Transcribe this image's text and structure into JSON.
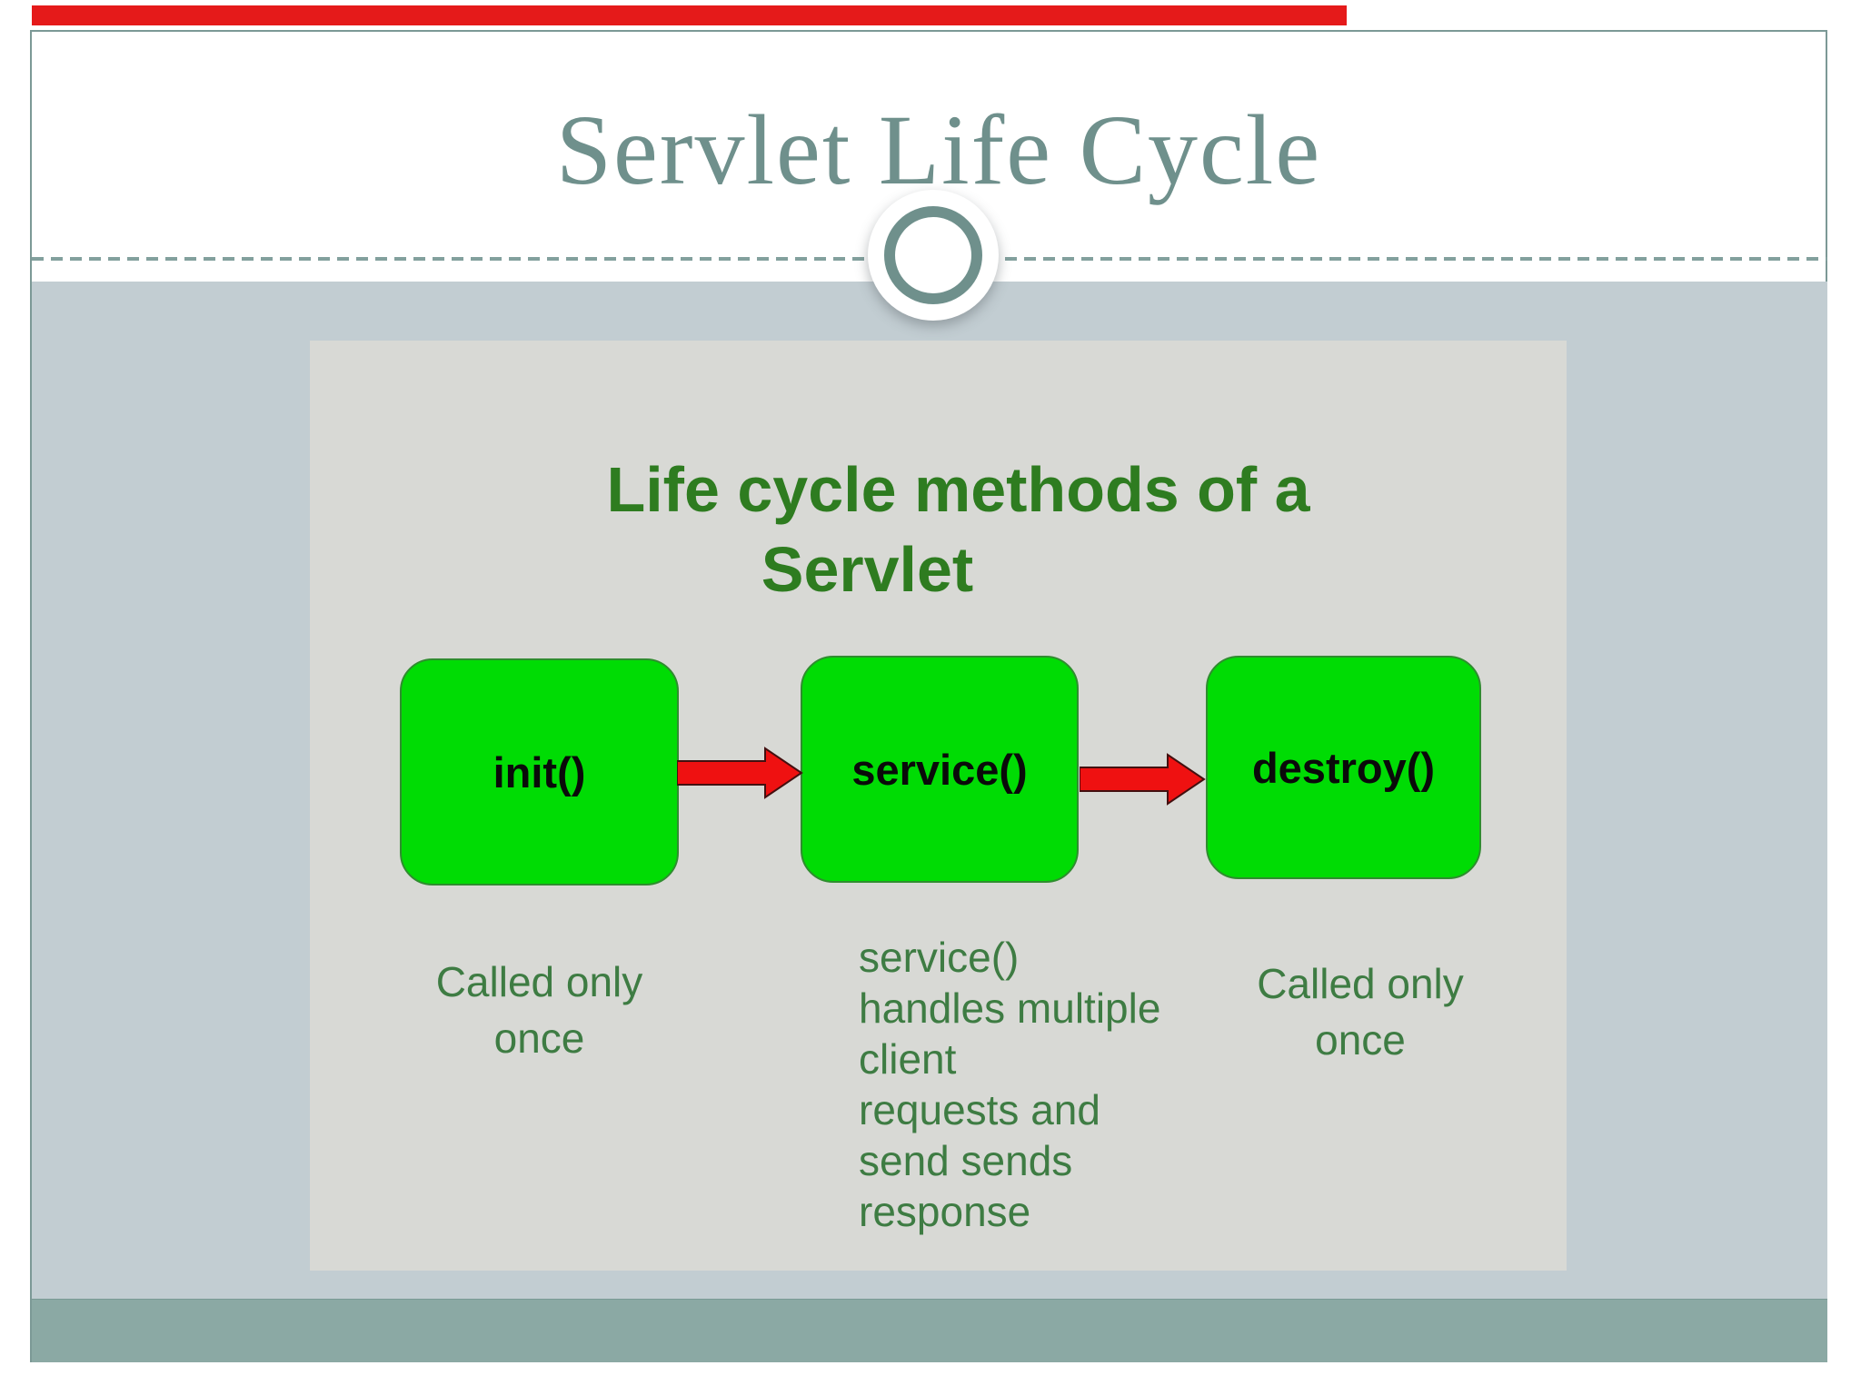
{
  "slide": {
    "title": "Servlet Life Cycle"
  },
  "progress_bar": {
    "color": "#e51a1a",
    "fraction_complete": 0.71
  },
  "diagram": {
    "heading": {
      "line1": "Life cycle methods of a",
      "line2": "Servlet"
    },
    "stages": [
      {
        "label": "init()",
        "caption": "Called only\nonce"
      },
      {
        "label": "service()",
        "caption": "service()\nhandles multiple\nclient\nrequests and\nsend sends\nresponse"
      },
      {
        "label": "destroy()",
        "caption": "Called only\nonce"
      }
    ],
    "arrows": [
      {
        "from": "init()",
        "to": "service()"
      },
      {
        "from": "service()",
        "to": "destroy()"
      }
    ]
  },
  "colors": {
    "title_text": "#6f908c",
    "frame_border": "#7c9996",
    "body_background": "#c2cdd2",
    "panel_background": "#d8d9d5",
    "footer_band": "#8ba9a4",
    "divider_ring": "#6f908c",
    "heading_green": "#2e7c20",
    "caption_green": "#3e7c43",
    "stage_box_green": "#00dc04",
    "arrow_red": "#ef1111",
    "progress_red": "#e51a1a"
  }
}
